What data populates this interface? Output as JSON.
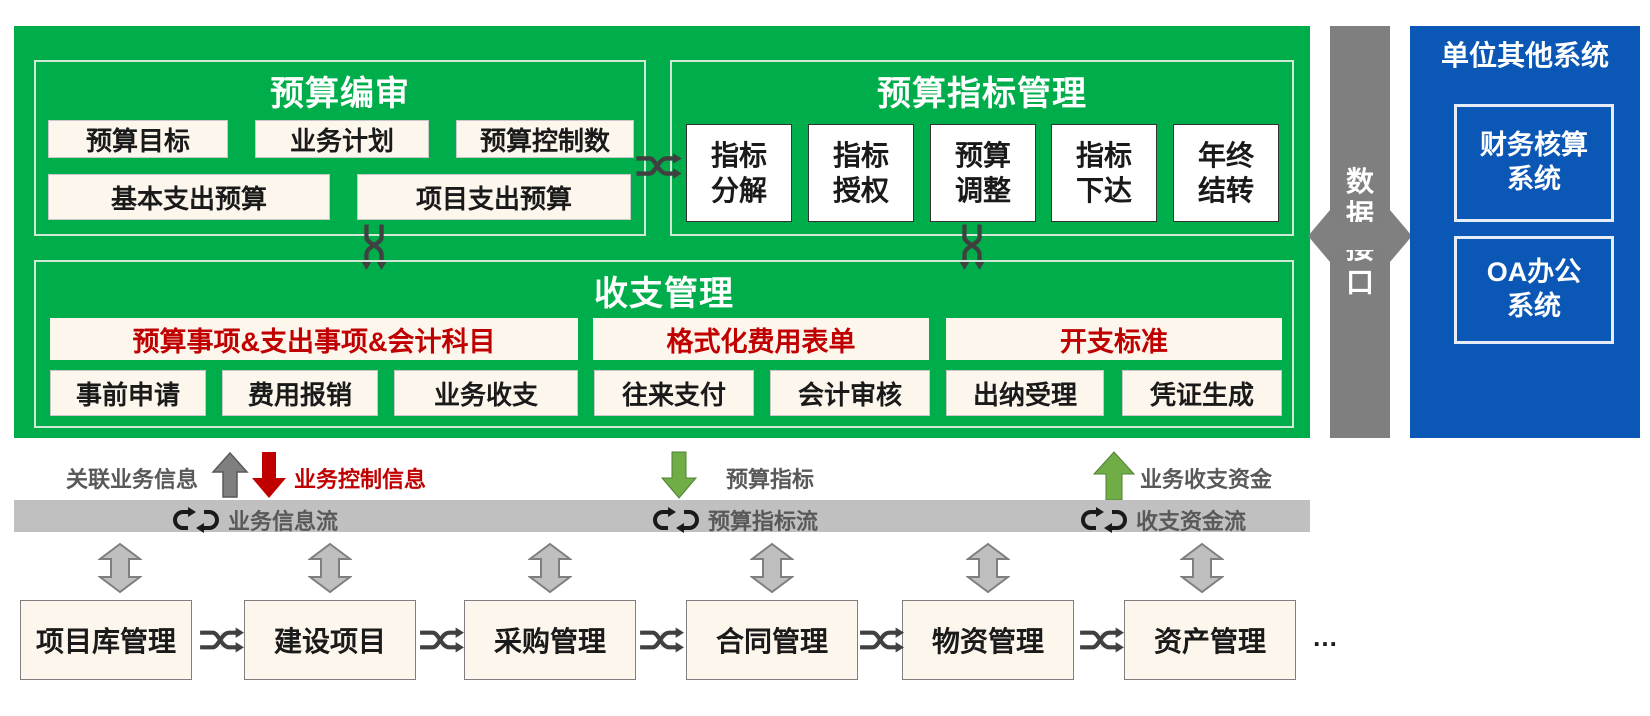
{
  "budget_review": {
    "title": "预算编审",
    "items": [
      "预算目标",
      "业务计划",
      "预算控制数",
      "基本支出预算",
      "项目支出预算"
    ]
  },
  "indicator_mgmt": {
    "title": "预算指标管理",
    "items": [
      {
        "l1": "指标",
        "l2": "分解"
      },
      {
        "l1": "指标",
        "l2": "授权"
      },
      {
        "l1": "预算",
        "l2": "调整"
      },
      {
        "l1": "指标",
        "l2": "下达"
      },
      {
        "l1": "年终",
        "l2": "结转"
      }
    ]
  },
  "income_expense": {
    "title": "收支管理",
    "headers": [
      "预算事项&支出事项&会计科目",
      "格式化费用表单",
      "开支标准"
    ],
    "items": [
      "事前申请",
      "费用报销",
      "业务收支",
      "往来支付",
      "会计审核",
      "出纳受理",
      "凭证生成"
    ]
  },
  "data_interface": {
    "chars": [
      "数",
      "据",
      "接",
      "口"
    ]
  },
  "other_systems": {
    "title": "单位其他系统",
    "items": [
      {
        "l1": "财务核算",
        "l2": "系统"
      },
      {
        "l1": "OA办公",
        "l2": "系统"
      }
    ]
  },
  "annotations": {
    "related_info": "关联业务信息",
    "control_info": "业务控制信息",
    "budget_indicator": "预算指标",
    "funds": "业务收支资金"
  },
  "flows": {
    "business_info": "业务信息流",
    "indicator": "预算指标流",
    "funds": "收支资金流"
  },
  "modules": [
    "项目库管理",
    "建设项目",
    "采购管理",
    "合同管理",
    "物资管理",
    "资产管理"
  ],
  "ellipsis": "…",
  "colors": {
    "green": "#00ad4b",
    "blue": "#0b57b5",
    "gray": "#7f7f7f",
    "red": "#c00000",
    "arrow_green": "#70ad47"
  }
}
